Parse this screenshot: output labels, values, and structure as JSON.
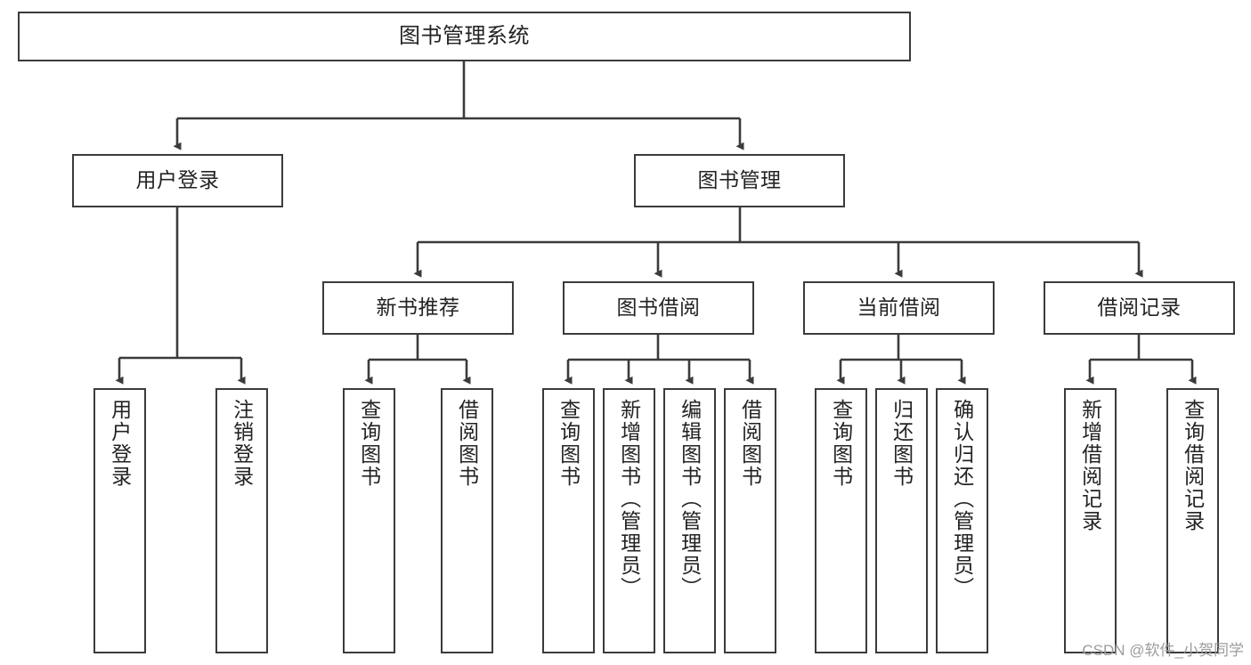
{
  "diagram": {
    "title": "图书管理系统",
    "type": "tree-hierarchy-chart",
    "watermark": "CSDN @软件_小贺同学",
    "colors": {
      "stroke": "#3b3b3b",
      "text": "#232323",
      "background": "#ffffff",
      "watermark": "#9c9c9c"
    },
    "nodes": {
      "root": {
        "label": "图书管理系统"
      },
      "level1": [
        {
          "label": "用户登录"
        },
        {
          "label": "图书管理"
        }
      ],
      "level2": [
        {
          "label": "新书推荐"
        },
        {
          "label": "图书借阅"
        },
        {
          "label": "当前借阅"
        },
        {
          "label": "借阅记录"
        }
      ],
      "leaves": {
        "user_login": [
          {
            "label": "用户登录"
          },
          {
            "label": "注销登录"
          }
        ],
        "new_book_recommend": [
          {
            "label": "查询图书"
          },
          {
            "label": "借阅图书"
          }
        ],
        "book_borrow": [
          {
            "label": "查询图书"
          },
          {
            "label": "新增图书（管理员）"
          },
          {
            "label": "编辑图书（管理员）"
          },
          {
            "label": "借阅图书"
          }
        ],
        "current_borrow": [
          {
            "label": "查询图书"
          },
          {
            "label": "归还图书"
          },
          {
            "label": "确认归还（管理员）"
          }
        ],
        "borrow_record": [
          {
            "label": "新增借阅记录"
          },
          {
            "label": "查询借阅记录"
          }
        ]
      }
    }
  }
}
